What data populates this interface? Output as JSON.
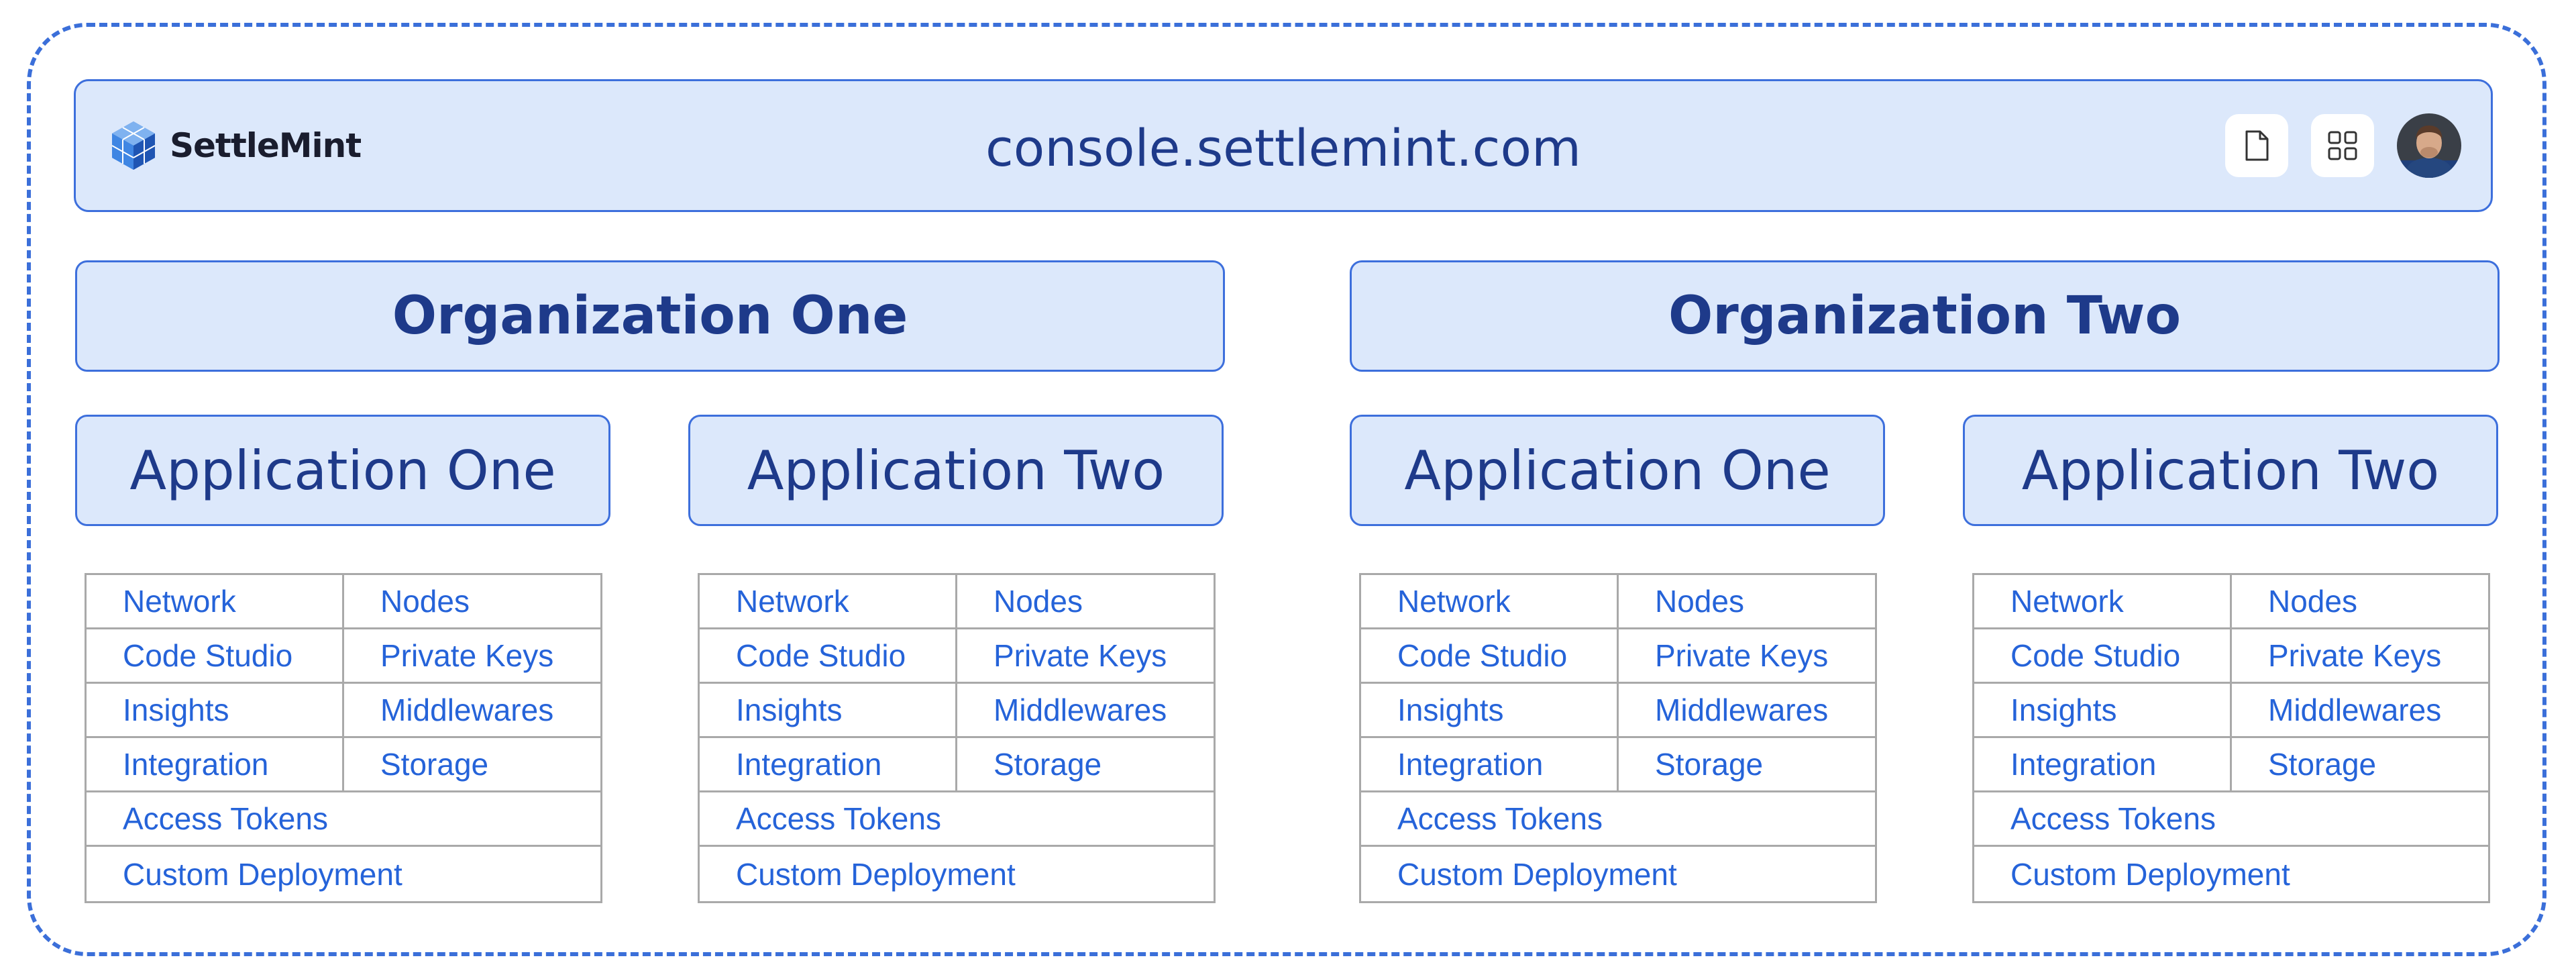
{
  "header": {
    "logo_text": "SettleMint",
    "domain": "console.settlemint.com",
    "icons": [
      "document-icon",
      "grid-icon"
    ],
    "avatar": "user-avatar"
  },
  "colors": {
    "accent": "#3d6fdc",
    "box_fill": "#dce8fb",
    "heading_text": "#1e3a8a",
    "link_text": "#2563d9",
    "grid_line": "#a9a9a9"
  },
  "organizations": [
    {
      "name": "Organization One",
      "applications": [
        {
          "name": "Application One",
          "resources": {
            "pairs": [
              [
                "Network",
                "Nodes"
              ],
              [
                "Code Studio",
                "Private Keys"
              ],
              [
                "Insights",
                "Middlewares"
              ],
              [
                "Integration",
                "Storage"
              ]
            ],
            "full": [
              "Access Tokens",
              "Custom Deployment"
            ]
          }
        },
        {
          "name": "Application Two",
          "resources": {
            "pairs": [
              [
                "Network",
                "Nodes"
              ],
              [
                "Code Studio",
                "Private Keys"
              ],
              [
                "Insights",
                "Middlewares"
              ],
              [
                "Integration",
                "Storage"
              ]
            ],
            "full": [
              "Access Tokens",
              "Custom Deployment"
            ]
          }
        }
      ]
    },
    {
      "name": "Organization Two",
      "applications": [
        {
          "name": "Application One",
          "resources": {
            "pairs": [
              [
                "Network",
                "Nodes"
              ],
              [
                "Code Studio",
                "Private Keys"
              ],
              [
                "Insights",
                "Middlewares"
              ],
              [
                "Integration",
                "Storage"
              ]
            ],
            "full": [
              "Access Tokens",
              "Custom Deployment"
            ]
          }
        },
        {
          "name": "Application Two",
          "resources": {
            "pairs": [
              [
                "Network",
                "Nodes"
              ],
              [
                "Code Studio",
                "Private Keys"
              ],
              [
                "Insights",
                "Middlewares"
              ],
              [
                "Integration",
                "Storage"
              ]
            ],
            "full": [
              "Access Tokens",
              "Custom Deployment"
            ]
          }
        }
      ]
    }
  ]
}
